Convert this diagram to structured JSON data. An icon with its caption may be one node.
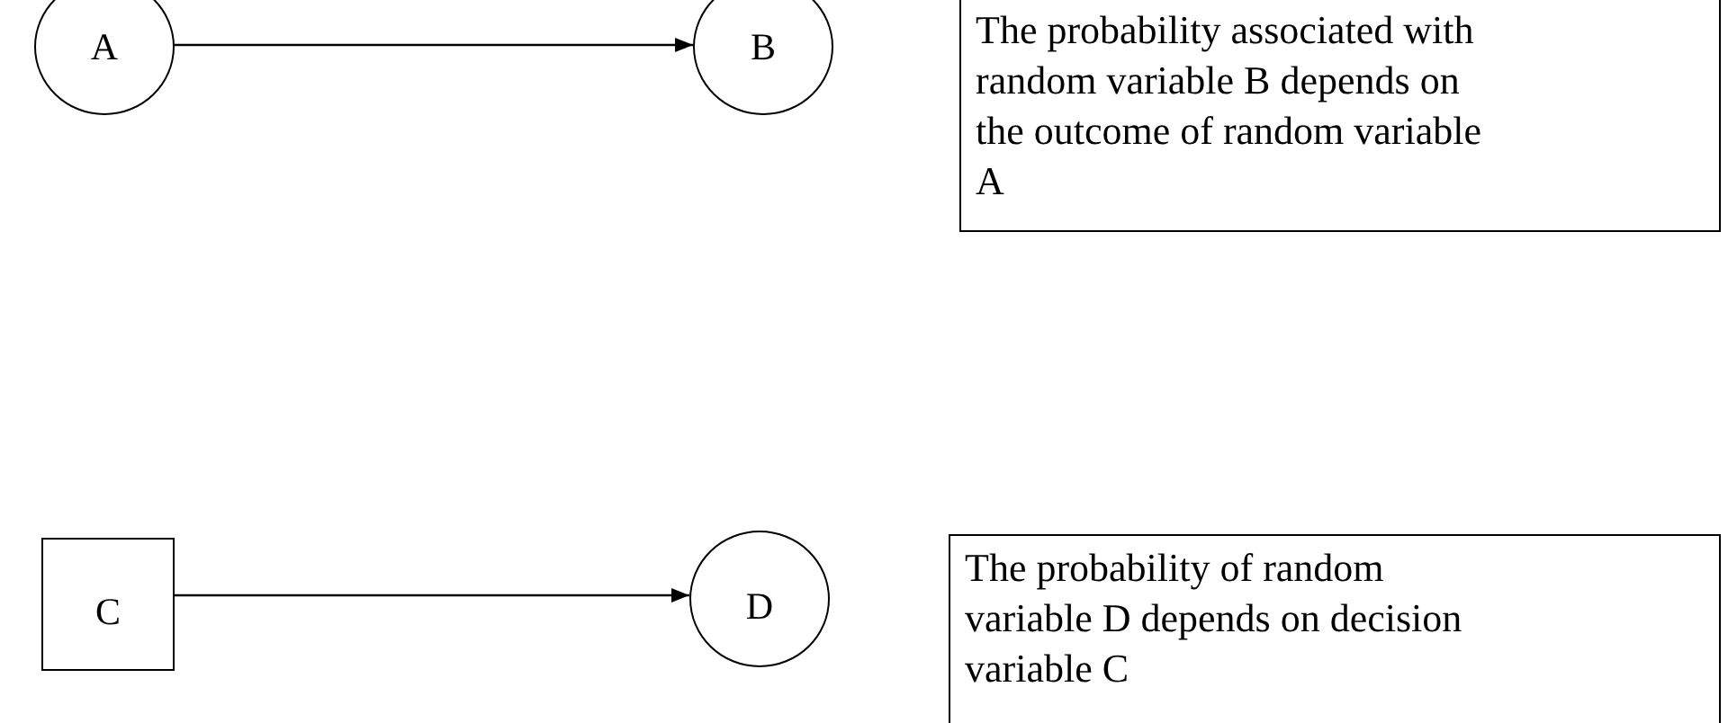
{
  "diagram": {
    "nodes": [
      {
        "text": [
          "A"
        ]
      },
      {
        "text": [
          "B"
        ]
      },
      {
        "text": [
          "The probability associated with random variable B depends on the outcome of random variable A"
        ]
      },
      {
        "text": [
          "C"
        ]
      },
      {
        "text": [
          "D"
        ]
      },
      {
        "text": [
          "The probability of random variable D depends on decision variable C"
        ]
      }
    ],
    "edges": [
      {
        "from": 0,
        "to": 1,
        "arrow": "to"
      },
      {
        "from": 3,
        "to": 4,
        "arrow": "to"
      }
    ]
  }
}
